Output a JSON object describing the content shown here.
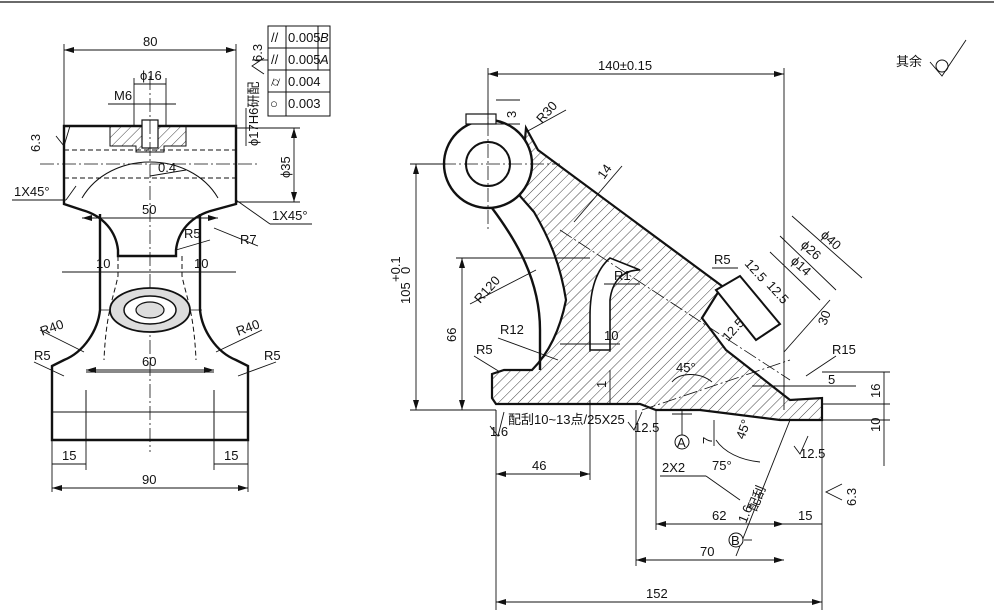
{
  "colors": {
    "line": "#111111",
    "background": "#ffffff"
  },
  "front_view": {
    "dim_width_top": "80",
    "dim_bore_small": "ϕ16",
    "thread": "M6",
    "roughness_top_left": "6.3",
    "chamfer_left": "1X45°",
    "chamfer_right": "1X45°",
    "dim_neck": "50",
    "radius_small": "R5",
    "radius_r7": "R7",
    "dim_rib_left": "10",
    "dim_rib_right": "10",
    "radius_r40_left": "R40",
    "radius_r40_right": "R40",
    "radius_r5_left": "R5",
    "radius_r5_right": "R5",
    "dim_inner_60": "60",
    "dim_foot_left": "15",
    "dim_foot_right": "15",
    "dim_base_90": "90",
    "dim_depth_04": "0.4",
    "fit_hole": "ϕ17H6研配",
    "roughness_hole": "6.3",
    "dim_bore_35": "ϕ35"
  },
  "tolerance_frame": [
    {
      "symbol": "//",
      "value": "0.005",
      "datum": "B"
    },
    {
      "symbol": "//",
      "value": "0.005",
      "datum": "A"
    },
    {
      "symbol": "⌭",
      "value": "0.004",
      "datum": ""
    },
    {
      "symbol": "○",
      "value": "0.003",
      "datum": ""
    }
  ],
  "side_view": {
    "dim_140": "140±0.15",
    "dim_3": "3",
    "radius_r30": "R30",
    "dim_14_rib": "14",
    "dim_phi40": "ϕ40",
    "dim_phi26": "ϕ26",
    "dim_phi14": "ϕ14",
    "radius_r5": "R5",
    "roughness_125_a": "12.5",
    "roughness_125_b": "12.5",
    "roughness_125_c": "12.5",
    "dim_30": "30",
    "dim_105": "105",
    "dim_105_tol_upper": "+0.1",
    "dim_105_tol_lower": "0",
    "radius_r120": "R120",
    "radius_r1": "R1",
    "dim_66": "66",
    "radius_r12": "R12",
    "dim_10": "10",
    "radius_r5_base": "R5",
    "angle_45_a": "45°",
    "radius_r15": "R15",
    "dim_5": "5",
    "dim_16": "16",
    "dim_1": "1",
    "dim_7": "7",
    "angle_45_b": "45°",
    "dim_10_right": "10",
    "note_scrape": "配刮10~13点/25X25",
    "roughness_16_a": "1.6",
    "roughness_125_d": "12.5",
    "roughness_125_e": "12.5",
    "datum_a": "A",
    "datum_b": "B",
    "chamfer_2x2": "2X2",
    "angle_75": "75°",
    "note_fit": "配刮",
    "roughness_16_b": "1.6",
    "dim_46": "46",
    "dim_62": "62",
    "dim_15": "15",
    "dim_70": "70",
    "dim_152": "152",
    "roughness_63_right": "6.3",
    "other_surfaces": "其余"
  }
}
